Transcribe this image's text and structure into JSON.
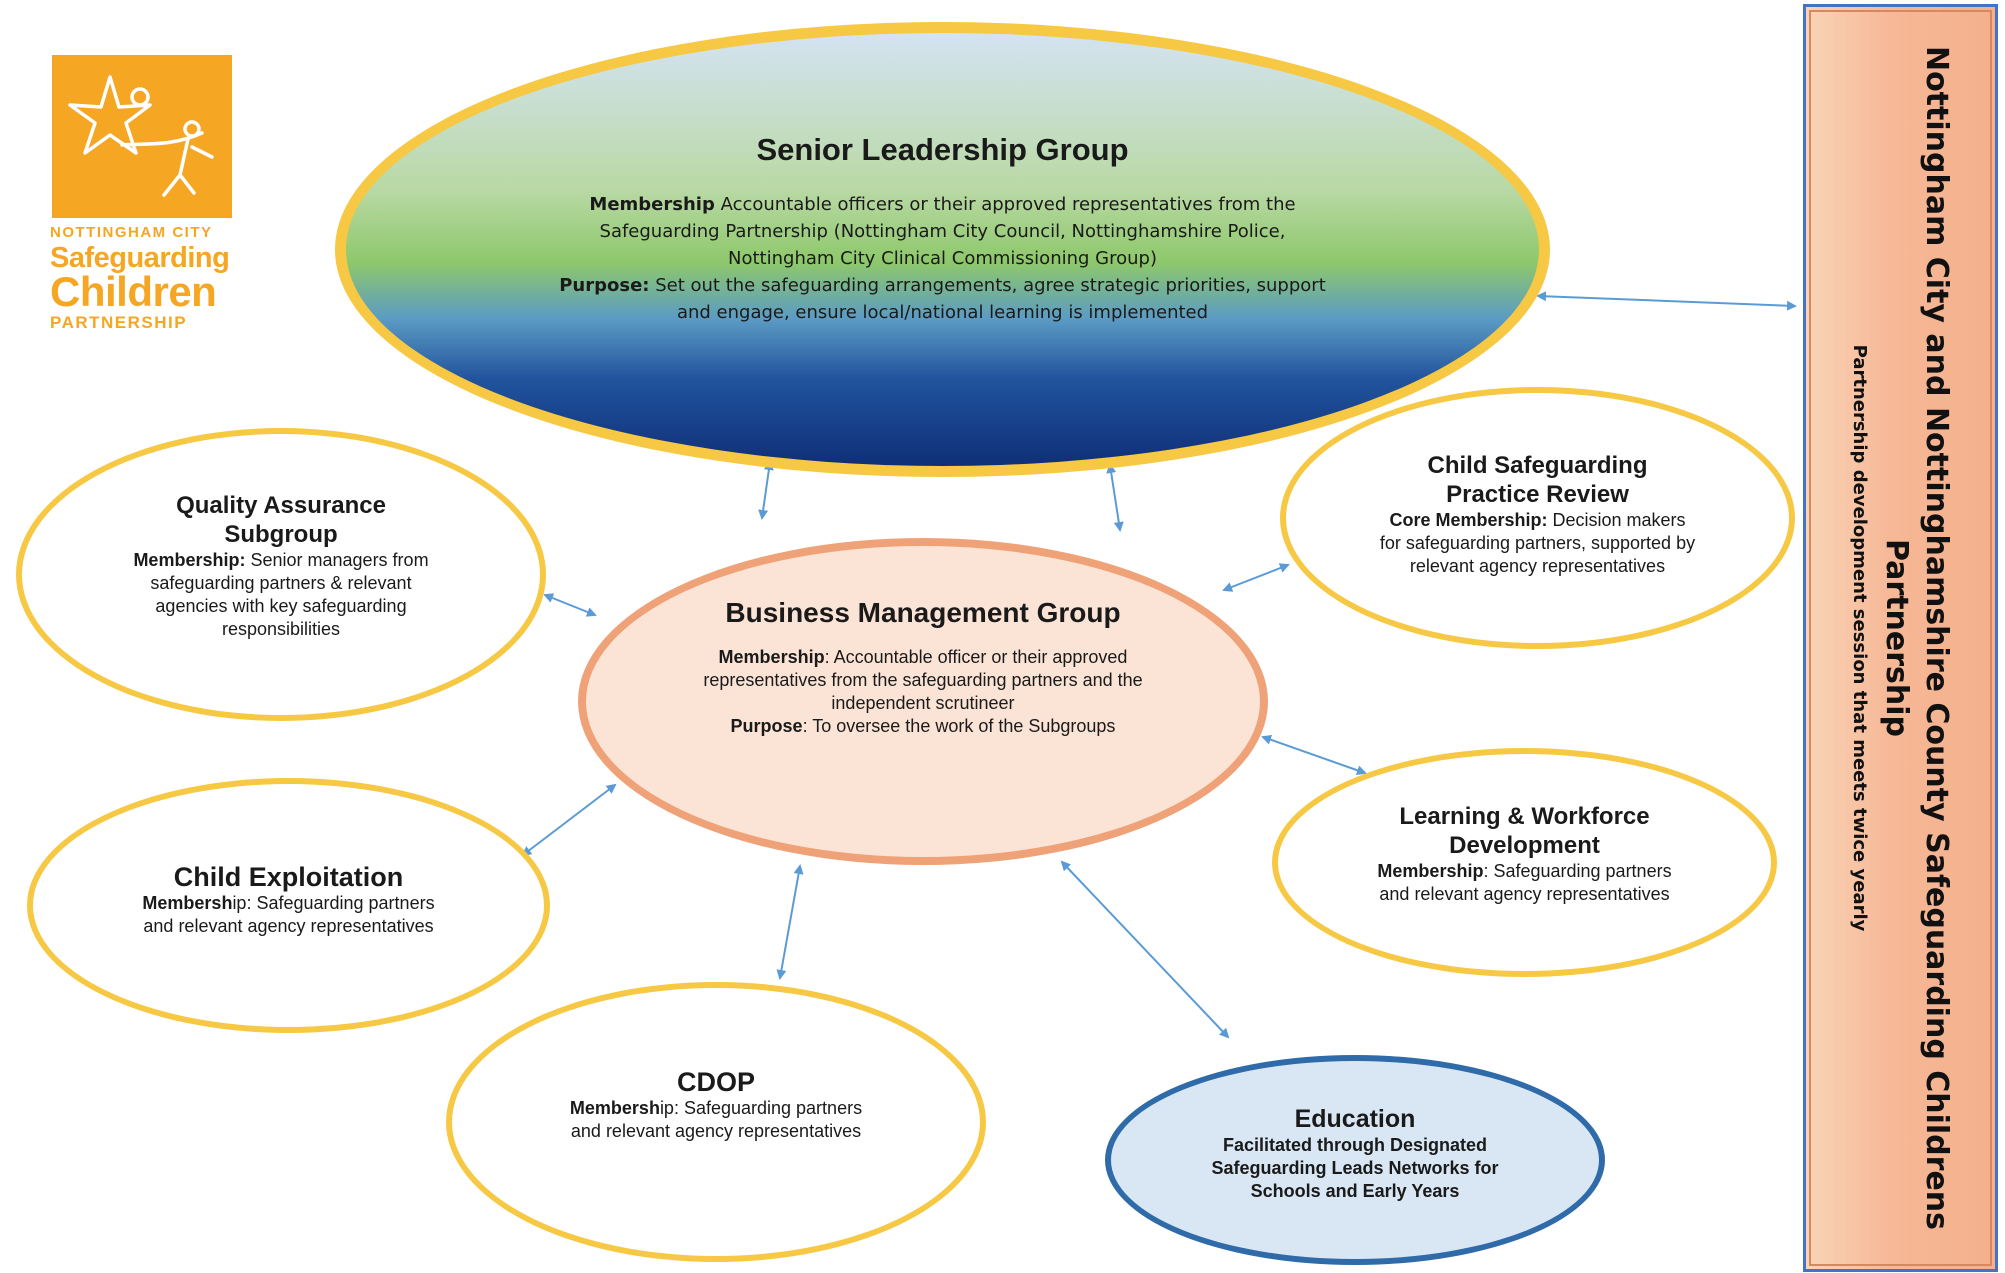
{
  "logo": {
    "line1": "NOTTINGHAM CITY",
    "line2": "Safeguarding",
    "line3": "Children",
    "line4": "PARTNERSHIP",
    "icon": "star-and-children-icon",
    "color": "#f5a623"
  },
  "senior_leadership": {
    "title": "Senior Leadership Group",
    "membership_label": "Membership",
    "membership_text": "Accountable officers or their approved representatives from the Safeguarding Partnership (Nottingham City Council, Nottinghamshire Police, Nottingham City Clinical Commissioning Group)",
    "purpose_label": "Purpose:",
    "purpose_text": "Set out the safeguarding arrangements, agree strategic priorities, support and engage, ensure local/national learning is implemented"
  },
  "business_management": {
    "title": "Business Management Group",
    "membership_label": "Membership",
    "membership_text": ": Accountable officer or their approved representatives from the safeguarding partners and the independent scrutineer",
    "purpose_label": "Purpose",
    "purpose_text": ": To oversee the work of the Subgroups"
  },
  "quality_assurance": {
    "title": "Quality Assurance Subgroup",
    "membership_label": "Membership:",
    "membership_text": "Senior managers from safeguarding partners & relevant agencies with key safeguarding responsibilities"
  },
  "child_safeguarding_review": {
    "title": "Child Safeguarding Practice Review",
    "membership_label": "Core Membership:",
    "membership_text": "Decision makers for safeguarding partners, supported by relevant agency representatives"
  },
  "child_exploitation": {
    "title": "Child Exploitation",
    "membership_label": "Membersh",
    "membership_text": "ip: Safeguarding partners and relevant agency representatives"
  },
  "learning_workforce": {
    "title": "Learning & Workforce Development",
    "membership_label": "Membership",
    "membership_text": ": Safeguarding partners and relevant agency representatives"
  },
  "cdop": {
    "title": "CDOP",
    "membership_label": "Membersh",
    "membership_text": "ip: Safeguarding partners and relevant agency representatives"
  },
  "education": {
    "title": "Education",
    "text": "Facilitated through Designated Safeguarding Leads Networks for Schools and Early Years"
  },
  "partnership": {
    "title": "Nottingham City and Nottinghamshire County Safeguarding Childrens Partnership",
    "subtitle": "Partnership development session that meets twice yearly"
  },
  "colors": {
    "yellow_border": "#f6c843",
    "salmon_border": "#efa277",
    "blue_border": "#2f6aa9",
    "arrow": "#5b9bd5"
  }
}
